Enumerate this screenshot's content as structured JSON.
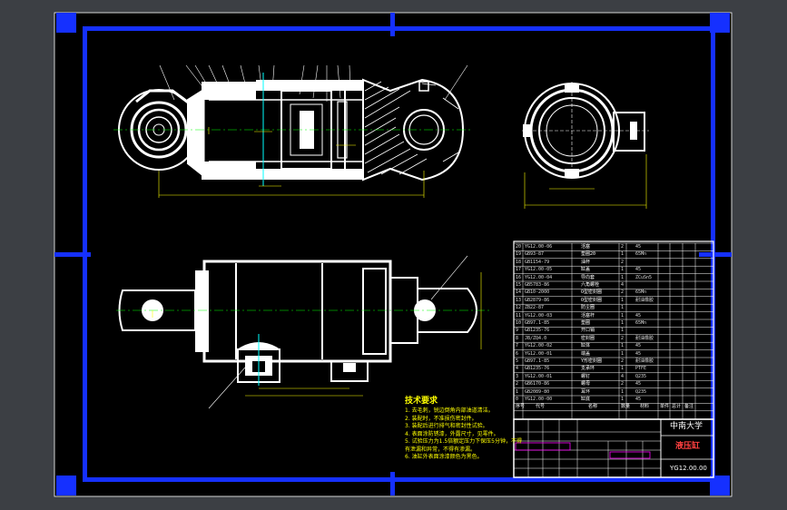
{
  "colors": {
    "background": "#000000",
    "paper": "#3c3f44",
    "border": "#1530ff",
    "line": "#ffffff",
    "dimension": "#ffff00",
    "centerline": "#00ff00",
    "accent": "#00ffff",
    "title_text": "#ffffff",
    "table_magenta": "#ff00ff",
    "table_red": "#ff3030"
  },
  "tech_requirements": {
    "title": "技术要求",
    "items": [
      "1. 去毛刺，锐边倒角内部油道清洁。",
      "2. 装配时，不准损伤密封件。",
      "3. 装配后进行排气和密封性试验。",
      "4. 表面涂防锈漆，外露尺寸，见零件。",
      "5. 试验压力为1.5倍额定压力下保压5分钟，不得",
      "   有泄漏和异常，不得有渗漏。",
      "6. 油缸外表面涂漆颜色为黑色。"
    ]
  },
  "title_block": {
    "school": "中南大学",
    "drawing_name": "液压缸",
    "drawing_number": "YG12.00.00"
  },
  "bom_header": [
    "序号",
    "代号",
    "名称",
    "数量",
    "材料",
    "单件",
    "总计",
    "备注"
  ],
  "bom_rows": [
    [
      "20",
      "YG12.00-06",
      "活塞",
      "2",
      "45"
    ],
    [
      "19",
      "GB93-87",
      "垫圈20",
      "1",
      "65Mn"
    ],
    [
      "18",
      "GB1154-79",
      "油杯",
      "2",
      ""
    ],
    [
      "17",
      "YG12.00-05",
      "缸盖",
      "1",
      "45"
    ],
    [
      "16",
      "YG12.00-04",
      "导向套",
      "1",
      "ZCuSn5"
    ],
    [
      "15",
      "GB5783-86",
      "六角螺栓",
      "4",
      ""
    ],
    [
      "14",
      "GB10-2000",
      "O型密封圈",
      "2",
      "65Mn"
    ],
    [
      "13",
      "GB2879-86",
      "O型密封圈",
      "1",
      "耐油橡胶"
    ],
    [
      "12",
      "ZB22-87",
      "防尘圈",
      "1",
      ""
    ],
    [
      "11",
      "YG12.00-03",
      "活塞杆",
      "1",
      "45"
    ],
    [
      "10",
      "GB97.1-85",
      "垫圈",
      "1",
      "65Mn"
    ],
    [
      "9",
      "GB1235-76",
      "开口销",
      "1",
      ""
    ],
    [
      "8",
      "JB/ZQ4.0",
      "密封圈",
      "2",
      "耐油橡胶"
    ],
    [
      "7",
      "YG12.00-02",
      "缸体",
      "1",
      "45"
    ],
    [
      "6",
      "YG12.00-01",
      "端盖",
      "1",
      "45"
    ],
    [
      "5",
      "GB97.1-85",
      "Y形密封圈",
      "2",
      "耐油橡胶"
    ],
    [
      "4",
      "GB1235-76",
      "支承环",
      "1",
      "PTFE"
    ],
    [
      "3",
      "YG12.00-01",
      "螺钉",
      "4",
      "Q235"
    ],
    [
      "2",
      "GB6170-86",
      "螺母",
      "2",
      "45"
    ],
    [
      "1",
      "GB2089-80",
      "耳环",
      "1",
      "Q235"
    ],
    [
      "0",
      "YG12.00-00",
      "缸底",
      "1",
      "45"
    ]
  ]
}
